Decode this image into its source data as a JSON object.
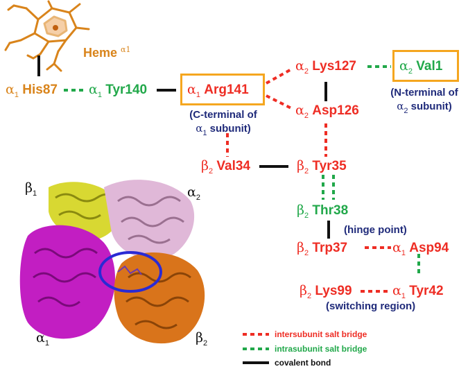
{
  "colors": {
    "red": "#ee2d24",
    "green": "#21a84a",
    "orange": "#d9841b",
    "navy": "#1f2a7a",
    "box": "#f5a61f",
    "black": "#111111"
  },
  "heme": {
    "label": "Heme",
    "sup": "α1"
  },
  "residues": {
    "a1_his87": {
      "greek": "α",
      "sub": "1",
      "name": "His87"
    },
    "a1_tyr140": {
      "greek": "α",
      "sub": "1",
      "name": "Tyr140"
    },
    "a1_arg141": {
      "greek": "α",
      "sub": "1",
      "name": "Arg141"
    },
    "a2_lys127": {
      "greek": "α",
      "sub": "2",
      "name": "Lys127"
    },
    "a2_val1": {
      "greek": "α",
      "sub": "2",
      "name": "Val1"
    },
    "a2_asp126": {
      "greek": "α",
      "sub": "2",
      "name": "Asp126"
    },
    "b2_val34": {
      "greek": "β",
      "sub": "2",
      "name": "Val34"
    },
    "b2_tyr35": {
      "greek": "β",
      "sub": "2",
      "name": "Tyr35"
    },
    "b2_thr38": {
      "greek": "β",
      "sub": "2",
      "name": "Thr38"
    },
    "b2_trp37": {
      "greek": "β",
      "sub": "2",
      "name": "Trp37"
    },
    "a1_asp94": {
      "greek": "α",
      "sub": "1",
      "name": "Asp94"
    },
    "b2_lys99": {
      "greek": "β",
      "sub": "2",
      "name": "Lys99"
    },
    "a1_tyr42": {
      "greek": "α",
      "sub": "1",
      "name": "Tyr42"
    }
  },
  "notes": {
    "c_terminal_line1": "(C-terminal of",
    "c_terminal_greek": "α",
    "c_terminal_sub": "1",
    "c_terminal_line2": " subunit)",
    "n_terminal_line1": "(N-terminal of",
    "n_terminal_greek": "α",
    "n_terminal_sub": "2",
    "n_terminal_line2": " subunit)",
    "hinge": "(hinge point)",
    "switching": "(switching region)"
  },
  "subunits": {
    "b1": {
      "greek": "β",
      "sub": "1"
    },
    "a2": {
      "greek": "α",
      "sub": "2"
    },
    "a1": {
      "greek": "α",
      "sub": "1"
    },
    "b2": {
      "greek": "β",
      "sub": "2"
    }
  },
  "legend": {
    "inter": "intersubunit salt bridge",
    "intra": "intrasubunit salt bridge",
    "covalent": "covalent bond"
  }
}
